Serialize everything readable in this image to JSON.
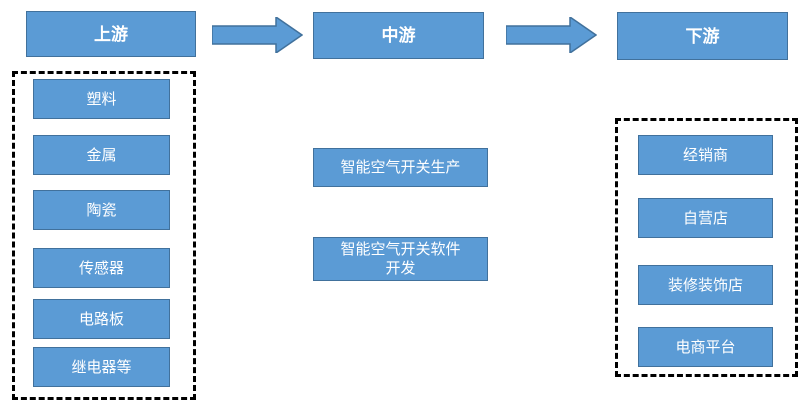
{
  "diagram": {
    "stages": {
      "upstream": {
        "label": "上游"
      },
      "midstream": {
        "label": "中游"
      },
      "downstream": {
        "label": "下游"
      }
    },
    "upstream": {
      "items": [
        "塑料",
        "金属",
        "陶瓷",
        "传感器",
        "电路板",
        "继电器等"
      ]
    },
    "midstream": {
      "items": [
        "智能空气开关生产",
        "智能空气开关软件\n开发"
      ]
    },
    "downstream": {
      "items": [
        "经销商",
        "自营店",
        "装修装饰店",
        "电商平台"
      ]
    },
    "colors": {
      "box_fill": "#5B9BD5",
      "box_border": "#41719C",
      "box_text": "#FFFFFF",
      "dashed_border": "#000000",
      "background": "#FFFFFF"
    }
  }
}
